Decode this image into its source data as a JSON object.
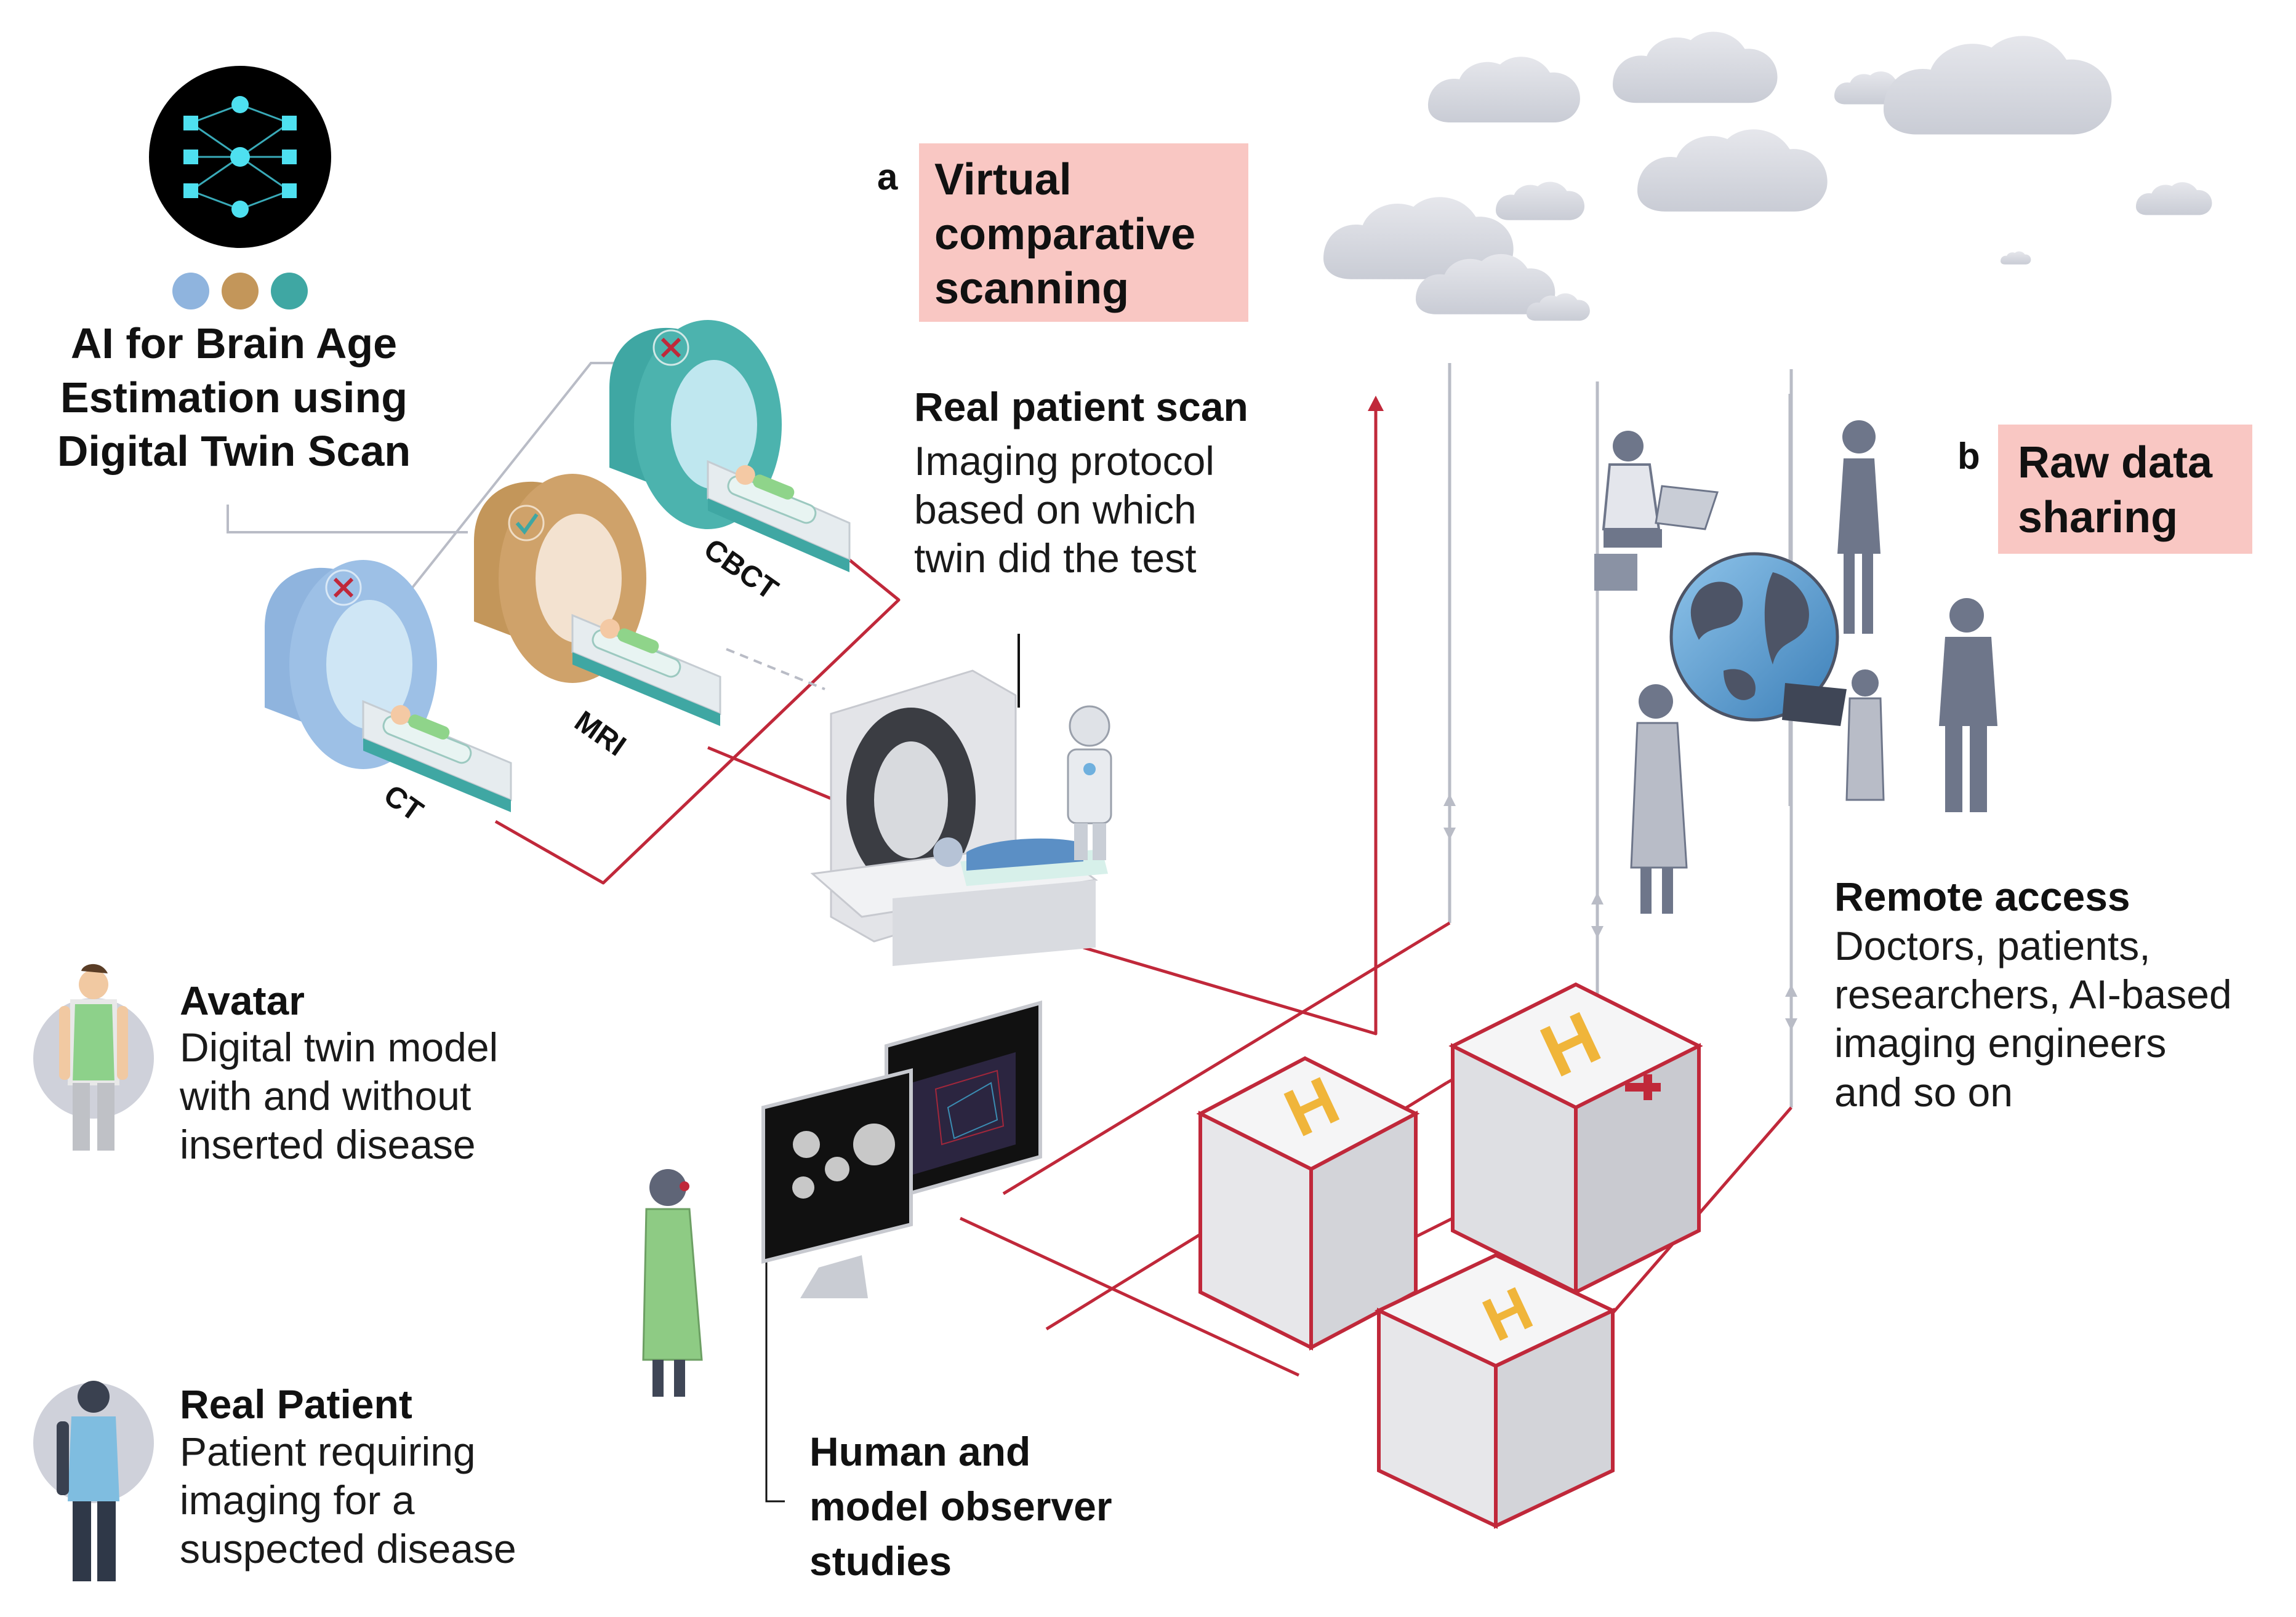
{
  "title": "AI for Brain Age\nEstimation using\nDigital Twin Scan",
  "section_a": {
    "letter": "a",
    "label": "Virtual\ncomparative\nscanning"
  },
  "section_b": {
    "letter": "b",
    "label": "Raw data\nsharing"
  },
  "real_patient_scan": {
    "heading": "Real patient scan",
    "body": "Imaging protocol\nbased on which\ntwin did the test"
  },
  "scanners": [
    "CBCT",
    "MRI",
    "CT"
  ],
  "remote_access": {
    "heading": "Remote access",
    "body": "Doctors, patients,\nresearchers, AI-based\nimaging engineers\nand so on"
  },
  "avatar": {
    "heading": "Avatar",
    "body": "Digital twin model\nwith and without\ninserted disease"
  },
  "real_patient": {
    "heading": "Real Patient",
    "body": "Patient requiring\nimaging for a\nsuspected disease"
  },
  "observer": {
    "heading": "Human and\nmodel observer\nstudies"
  },
  "colors": {
    "accent_line": "#c0283a",
    "pink_box": "#f9c7c3",
    "dot_blue": "#8fb4de",
    "dot_tan": "#c3965a",
    "dot_teal": "#3fa7a3",
    "cloud": "#d5d7de",
    "gray_line": "#b9bcc6"
  },
  "icons": [
    "neural-network-icon",
    "status-x-icon",
    "status-check-icon",
    "hospital-helipad-icon",
    "globe-icon",
    "cloud-icon"
  ]
}
